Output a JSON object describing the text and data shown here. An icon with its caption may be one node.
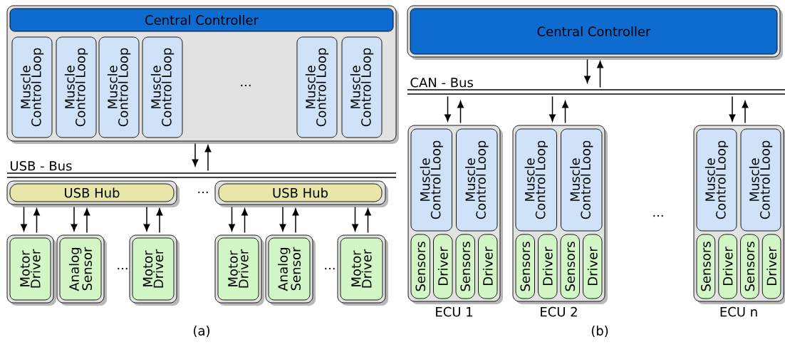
{
  "diagram": {
    "nodes": [
      {
        "text": [],
        "shape": "box"
      },
      {
        "text": [
          "Central Controller"
        ],
        "in": 0
      },
      {
        "text": [
          "Muscle Control Loop"
        ],
        "in": 0
      },
      {
        "text": [
          "Muscle Control Loop"
        ],
        "in": 0
      },
      {
        "text": [
          "Muscle Control Loop"
        ],
        "in": 0
      },
      {
        "text": [
          "Muscle Control Loop"
        ],
        "in": 0
      },
      {
        "text": [
          "Muscle Control Loop"
        ],
        "in": 0
      },
      {
        "text": [
          "Muscle Control Loop"
        ],
        "in": 0
      },
      {
        "text": [],
        "shape": "bar"
      },
      {
        "text": [],
        "shape": "box"
      },
      {
        "text": [
          "USB Hub"
        ],
        "in": 9
      },
      {
        "text": [],
        "shape": "box"
      },
      {
        "text": [
          "USB Hub"
        ],
        "in": 11
      },
      {
        "text": [],
        "shape": "box"
      },
      {
        "text": [
          "Motor Driver"
        ],
        "in": 13
      },
      {
        "text": [],
        "shape": "box"
      },
      {
        "text": [
          "Analog Sensor"
        ],
        "in": 15
      },
      {
        "text": [],
        "shape": "box"
      },
      {
        "text": [
          "Motor Driver"
        ],
        "in": 17
      },
      {
        "text": [],
        "shape": "box"
      },
      {
        "text": [
          "Motor Driver"
        ],
        "in": 19
      },
      {
        "text": [],
        "shape": "box"
      },
      {
        "text": [
          "Analog Sensor"
        ],
        "in": 21
      },
      {
        "text": [],
        "shape": "box"
      },
      {
        "text": [
          "Motor Driver"
        ],
        "in": 23
      },
      {
        "text": [],
        "shape": "box"
      },
      {
        "text": [
          "Central Controller"
        ],
        "in": 25
      },
      {
        "text": [],
        "shape": "bar"
      },
      {
        "text": [],
        "shape": "box",
        "beside": [
          "ECU 1"
        ]
      },
      {
        "text": [
          "Muscle Control Loop"
        ],
        "in": 28
      },
      {
        "text": [
          "Muscle Control Loop"
        ],
        "in": 28
      },
      {
        "text": [
          "Sensors"
        ],
        "in": 28
      },
      {
        "text": [
          "Driver"
        ],
        "in": 28
      },
      {
        "text": [
          "Sensors"
        ],
        "in": 28
      },
      {
        "text": [
          "Driver"
        ],
        "in": 28
      },
      {
        "text": [],
        "shape": "box",
        "beside": [
          "ECU 2"
        ]
      },
      {
        "text": [
          "Muscle Control Loop"
        ],
        "in": 35
      },
      {
        "text": [
          "Muscle Control Loop"
        ],
        "in": 35
      },
      {
        "text": [
          "Sensors"
        ],
        "in": 35
      },
      {
        "text": [
          "Driver"
        ],
        "in": 35
      },
      {
        "text": [
          "Sensors"
        ],
        "in": 35
      },
      {
        "text": [
          "Driver"
        ],
        "in": 35
      },
      {
        "text": [],
        "shape": "box",
        "beside": [
          "ECU n"
        ]
      },
      {
        "text": [
          "Muscle Control Loop"
        ],
        "in": 42
      },
      {
        "text": [
          "Muscle Control Loop"
        ],
        "in": 42
      },
      {
        "text": [
          "Sensors"
        ],
        "in": 42
      },
      {
        "text": [
          "Driver"
        ],
        "in": 42
      },
      {
        "text": [
          "Sensors"
        ],
        "in": 42
      },
      {
        "text": [
          "Driver"
        ],
        "in": 42
      }
    ],
    "edges": [
      {
        "from": 0,
        "to": 8,
        "arrow": "to"
      },
      {
        "from": 8,
        "to": 0,
        "arrow": "to"
      },
      {
        "from": 9,
        "to": 13,
        "arrow": "to"
      },
      {
        "from": 13,
        "to": 9,
        "arrow": "to"
      },
      {
        "from": 9,
        "to": 15,
        "arrow": "to"
      },
      {
        "from": 15,
        "to": 9,
        "arrow": "to"
      },
      {
        "from": 9,
        "to": 17,
        "arrow": "to"
      },
      {
        "from": 17,
        "to": 9,
        "arrow": "to"
      },
      {
        "from": 11,
        "to": 19,
        "arrow": "to"
      },
      {
        "from": 19,
        "to": 11,
        "arrow": "to"
      },
      {
        "from": 11,
        "to": 21,
        "arrow": "to"
      },
      {
        "from": 21,
        "to": 11,
        "arrow": "to"
      },
      {
        "from": 11,
        "to": 23,
        "arrow": "to"
      },
      {
        "from": 23,
        "to": 11,
        "arrow": "to"
      },
      {
        "from": 25,
        "to": 27,
        "arrow": "to"
      },
      {
        "from": 27,
        "to": 25,
        "arrow": "to"
      },
      {
        "from": 27,
        "to": 28,
        "arrow": "to"
      },
      {
        "from": 28,
        "to": 27,
        "arrow": "to"
      },
      {
        "from": 27,
        "to": 35,
        "arrow": "to"
      },
      {
        "from": 35,
        "to": 27,
        "arrow": "to"
      },
      {
        "from": 27,
        "to": 42,
        "arrow": "to"
      },
      {
        "from": 42,
        "to": 27,
        "arrow": "to"
      }
    ],
    "labels": [
      "...",
      "USB - Bus",
      "...",
      "...",
      "...",
      "CAN - Bus",
      "...",
      "(a)",
      "(b)"
    ]
  }
}
